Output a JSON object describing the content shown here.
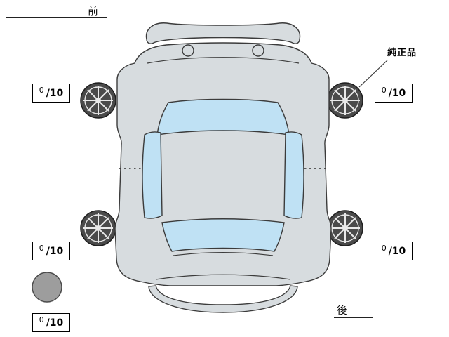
{
  "diagram": {
    "front_label": "前",
    "rear_label": "後",
    "genuine_part_label": "純正品"
  },
  "tread_scores": {
    "front_left": {
      "value": "0",
      "max": "/10"
    },
    "front_right": {
      "value": "0",
      "max": "/10"
    },
    "rear_left": {
      "value": "0",
      "max": "/10"
    },
    "rear_right": {
      "value": "0",
      "max": "/10"
    },
    "spare": {
      "value": "0",
      "max": "/10"
    }
  },
  "colors": {
    "body": "#d7dcdf",
    "glass": "#bfe1f4",
    "tire": "#4a4a4a",
    "spare_tire": "#9d9d9d"
  }
}
